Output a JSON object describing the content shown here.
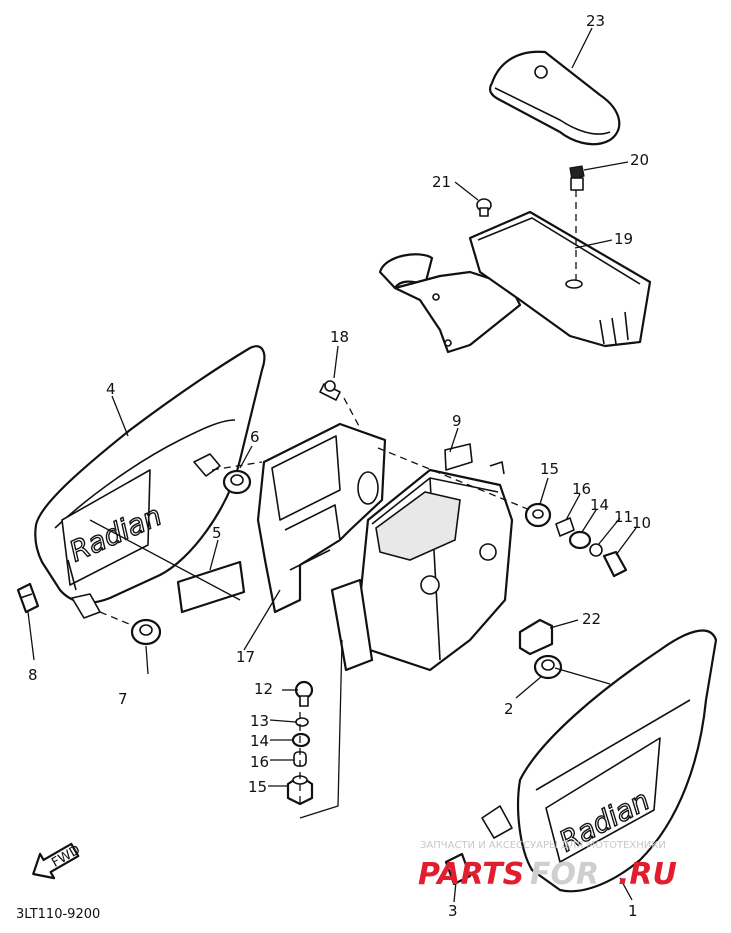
{
  "diagram_code": "3LT110-9200",
  "fwd_label": "FWD",
  "watermark": {
    "top_text": "ЗАПЧАСТИ И АКСЕССУАРЫ ДЛЯ МОТОТЕХНИКИ",
    "brand_red": "PARTS",
    "brand_grey": "FOR",
    "brand_suffix": ".RU",
    "brand_color": "#e11d2e"
  },
  "emblem_text": "Radian",
  "callouts": [
    "1",
    "2",
    "3",
    "4",
    "5",
    "6",
    "7",
    "8",
    "9",
    "10",
    "11",
    "12",
    "13",
    "14",
    "14",
    "15",
    "15",
    "16",
    "16",
    "17",
    "18",
    "19",
    "20",
    "21",
    "22",
    "23"
  ]
}
